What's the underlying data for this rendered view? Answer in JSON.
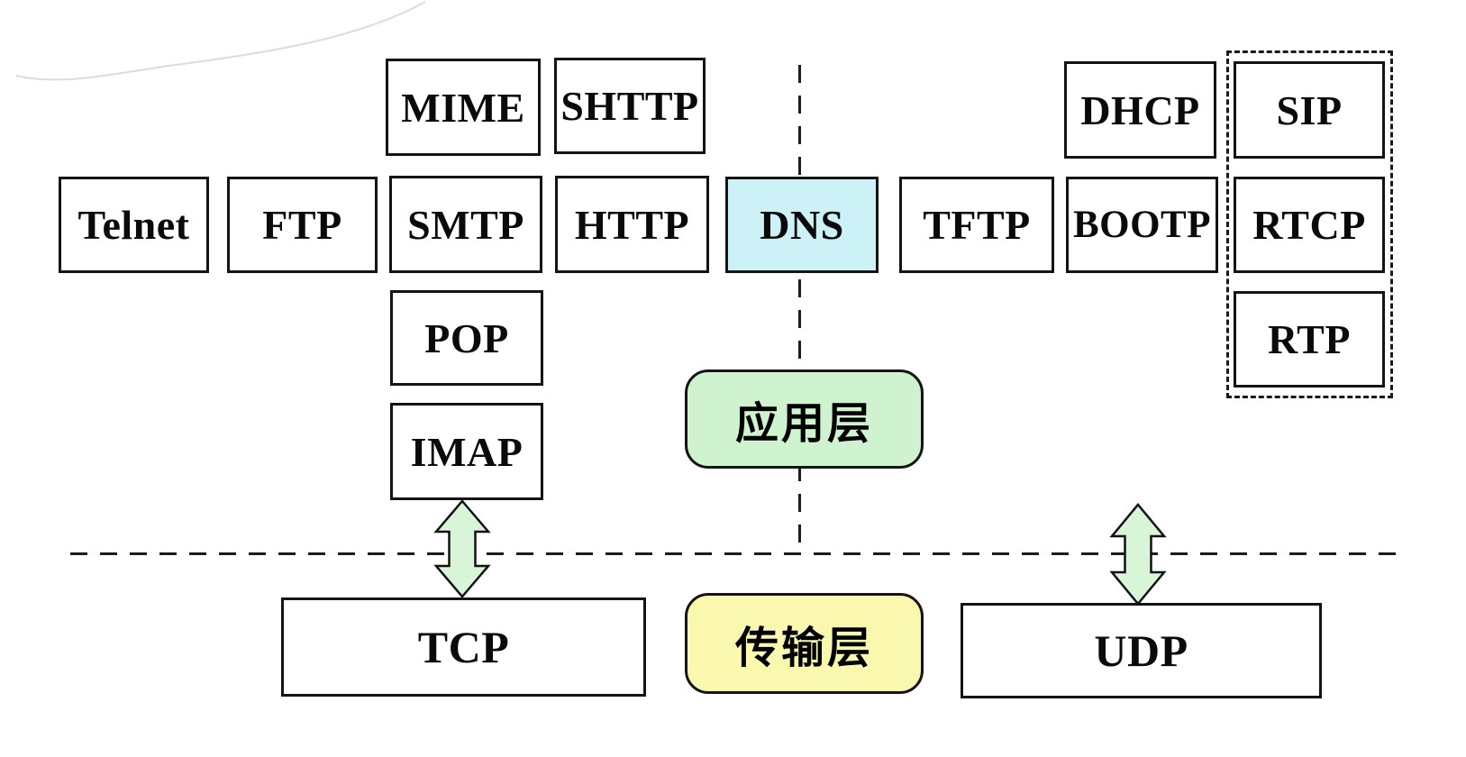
{
  "protocols": {
    "mime": "MIME",
    "shttp": "SHTTP",
    "telnet": "Telnet",
    "ftp": "FTP",
    "smtp": "SMTP",
    "http": "HTTP",
    "dns": "DNS",
    "tftp": "TFTP",
    "bootp": "BOOTP",
    "dhcp": "DHCP",
    "sip": "SIP",
    "rtcp": "RTCP",
    "rtp": "RTP",
    "pop": "POP",
    "imap": "IMAP",
    "tcp": "TCP",
    "udp": "UDP"
  },
  "layers": {
    "application": "应用层",
    "transport": "传输层"
  },
  "colors": {
    "dns_fill": "#CCF2F8",
    "application_fill": "#CFF3CF",
    "transport_fill": "#FAF8AE",
    "arrow_fill": "#D8F5D8"
  }
}
